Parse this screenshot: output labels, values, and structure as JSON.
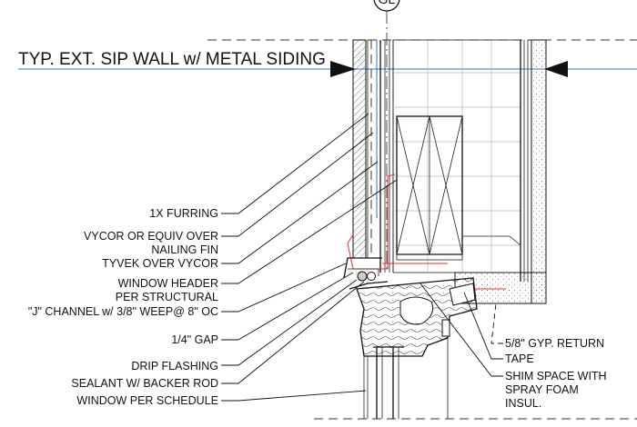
{
  "title": "TYP. EXT. SIP WALL w/ METAL SIDING",
  "grid_bubble": "GL",
  "left_labels": [
    "1X FURRING",
    "VYCOR OR EQUIV OVER",
    "NAILING FIN",
    "TYVEK OVER VYCOR",
    "WINDOW HEADER",
    "PER STRUCTURAL",
    "\"J\" CHANNEL w/ 3/8\" WEEP@ 8\" OC",
    "1/4\" GAP",
    "DRIP FLASHING",
    "SEALANT W/ BACKER ROD",
    "WINDOW PER SCHEDULE"
  ],
  "right_labels": [
    "5/8\" GYP. RETURN",
    "TAPE",
    "SHIM SPACE WITH",
    "SPRAY FOAM",
    "INSUL."
  ],
  "colors": {
    "ink": "#111111",
    "flashing": "#e0322b",
    "membrane": "#2f6fd6",
    "insulation_grid": "#b9b9b9"
  }
}
